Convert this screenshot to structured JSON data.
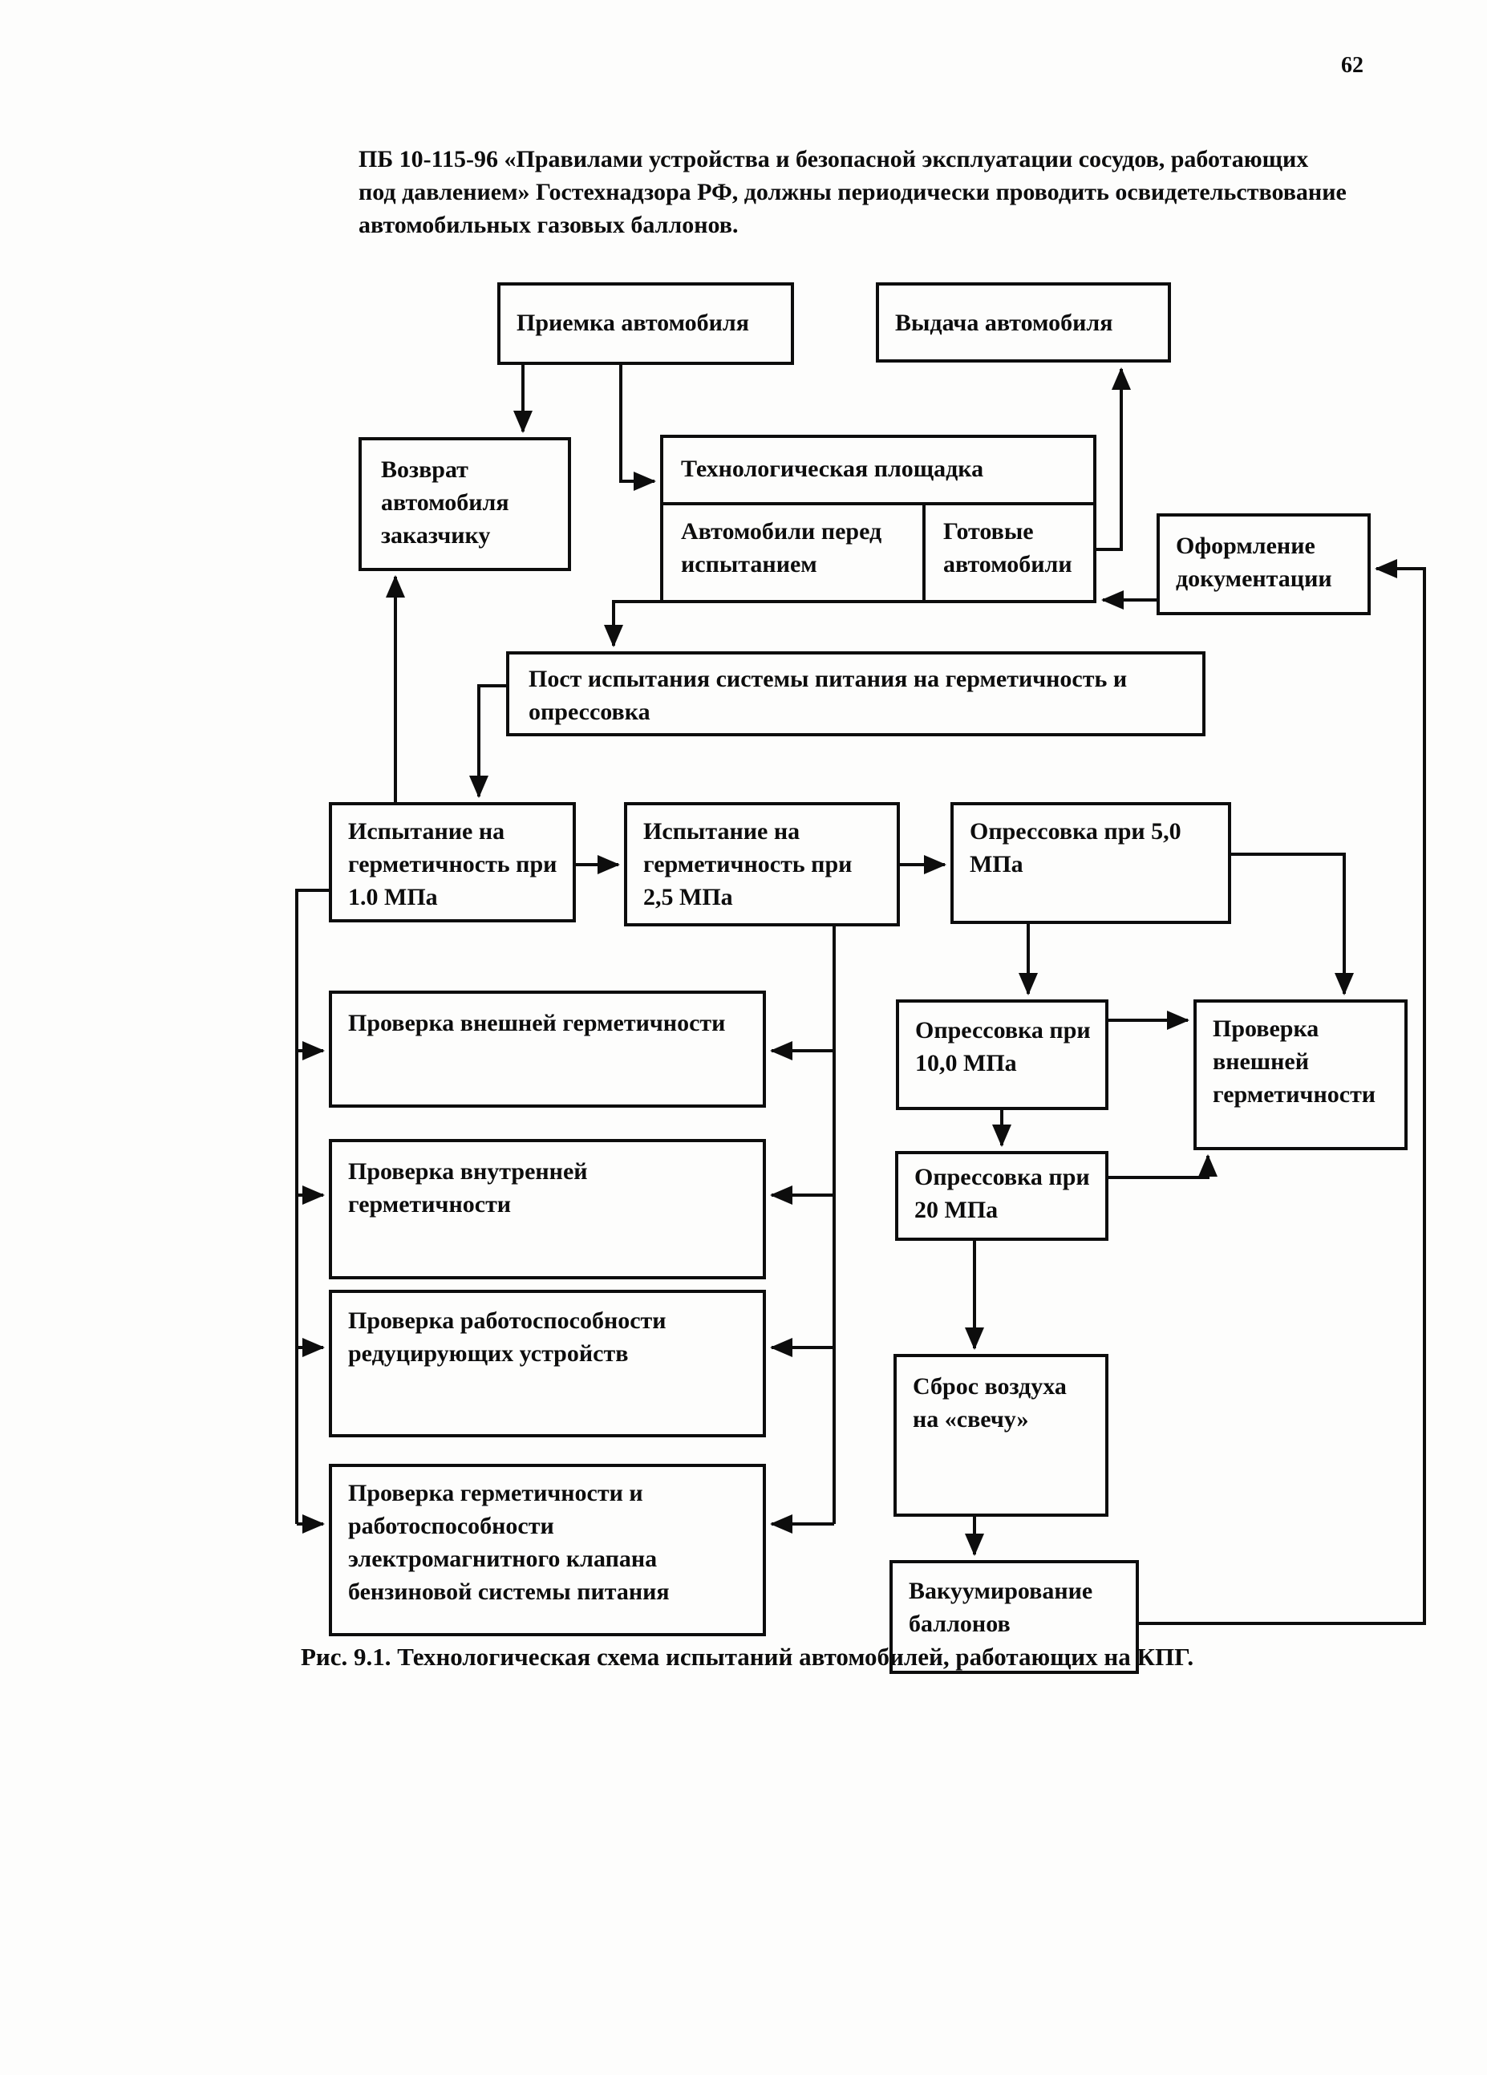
{
  "page": {
    "number": "62",
    "intro": "ПБ 10-115-96 «Правилами устройства и безопасной эксплуатации сосудов, работающих под давлением» Гостехнадзора РФ, должны периодически проводить освидетельствование автомобильных газовых баллонов.",
    "caption": "Рис. 9.1. Технологическая схема испытаний автомобилей, работающих на КПГ."
  },
  "nodes": {
    "priemka": "Приемка автомобиля",
    "vydacha": "Выдача автомобиля",
    "vozvrat": "Возврат автомобиля заказчику",
    "ploshchadka": "Технологическая площадка",
    "avtomobili_pered": "Автомобили перед испытанием",
    "gotovye": "Готовые автомобили",
    "oformlenie": "Оформление документации",
    "post": "Пост испытания системы питания на герметичность и опрессовка",
    "isp10": "Испытание на герметичность при 1.0 МПа",
    "isp25": "Испытание на герметичность при 2,5 МПа",
    "opr50": "Опрессовка при 5,0 МПа",
    "prov_vnesh": "Проверка внешней герметичности",
    "opr100": "Опрессовка при 10,0 МПа",
    "prov_vnesh_r": "Проверка внешней герметичности",
    "prov_vnutr": "Проверка внутренней герметичности",
    "opr20": "Опрессовка при 20 МПа",
    "prov_rabot": "Проверка работоспособности редуцирующих устройств",
    "sbros": "Сброс воздуха на «свечу»",
    "prov_germ": "Проверка герметичности и работоспособности электромагнитного клапана бензиновой системы питания",
    "vakuum": "Вакуумирование баллонов"
  },
  "edges": [
    {
      "from": "priemka",
      "to": "vozvrat"
    },
    {
      "from": "priemka",
      "to": "ploshchadka"
    },
    {
      "from": "gotovye",
      "to": "vydacha"
    },
    {
      "from": "oformlenie",
      "to": "gotovye"
    },
    {
      "from": "vakuum",
      "to": "oformlenie"
    },
    {
      "from": "avtomobili_pered",
      "to": "post"
    },
    {
      "from": "post",
      "to": "isp10"
    },
    {
      "from": "isp10",
      "to": "vozvrat"
    },
    {
      "from": "isp10",
      "to": "isp25"
    },
    {
      "from": "isp25",
      "to": "opr50"
    },
    {
      "from": "opr50",
      "to": "opr100"
    },
    {
      "from": "opr50",
      "to": "prov_vnesh_r"
    },
    {
      "from": "opr100",
      "to": "prov_vnesh_r"
    },
    {
      "from": "opr100",
      "to": "opr20"
    },
    {
      "from": "opr20",
      "to": "prov_vnesh_r"
    },
    {
      "from": "opr20",
      "to": "sbros"
    },
    {
      "from": "sbros",
      "to": "vakuum"
    },
    {
      "from": "isp10",
      "to": "prov_vnesh"
    },
    {
      "from": "isp10",
      "to": "prov_vnutr"
    },
    {
      "from": "isp10",
      "to": "prov_rabot"
    },
    {
      "from": "isp10",
      "to": "prov_germ"
    },
    {
      "from": "isp25",
      "to": "prov_vnesh"
    },
    {
      "from": "isp25",
      "to": "prov_vnutr"
    },
    {
      "from": "isp25",
      "to": "prov_rabot"
    },
    {
      "from": "isp25",
      "to": "prov_germ"
    }
  ]
}
